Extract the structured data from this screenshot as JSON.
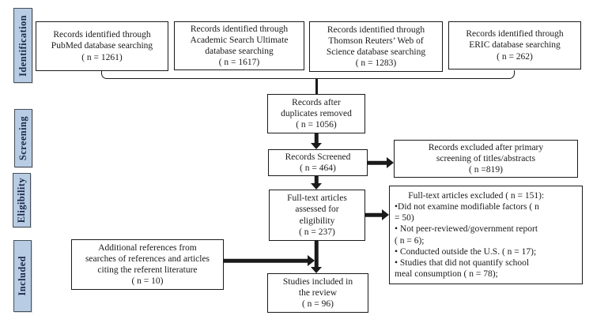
{
  "colors": {
    "stage-fill": "#b8cce4",
    "stage-border": "#46505a",
    "line": "#1a1a1a"
  },
  "stages": [
    {
      "label": "Identification"
    },
    {
      "label": "Screening"
    },
    {
      "label": "Eligibility"
    },
    {
      "label": "Included"
    }
  ],
  "boxes": {
    "pubmed": "Records identified through\nPubMed database searching\n( n = 1261)",
    "academic": "Records identified through\nAcademic Search Ultimate\ndatabase searching\n( n = 1617)",
    "wos": "Records identified through\nThomson Reuters’ Web of\nScience database searching\n( n = 1283)",
    "eric": "Records identified through\nERIC database searching\n( n = 262)",
    "duplicates": "Records after\nduplicates removed\n( n = 1056)",
    "screened": "Records Screened\n( n = 464)",
    "excluded_primary": "Records excluded after primary\nscreening of titles/abstracts\n( n =819)",
    "fulltext": "Full-text articles\nassessed for\neligibility\n( n = 237)",
    "fulltext_excluded": "      Full-text articles excluded ( n = 151):\n•Did not examine modifiable factors ( n\n= 50)\n• Not peer-reviewed/government report\n( n = 6);\n• Conducted outside the U.S. ( n = 17);\n• Studies that did not quantify school\nmeal consumption ( n = 78);",
    "additional": "Additional references from\nsearches of references and articles\nciting the referent literature\n( n = 10)",
    "included": "Studies included in\nthe review\n( n = 96)"
  }
}
